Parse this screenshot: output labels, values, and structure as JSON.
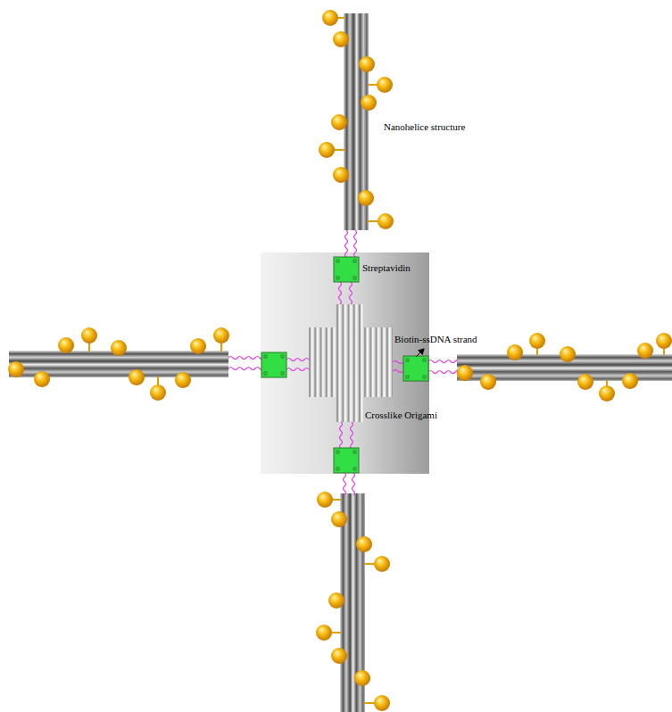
{
  "diagram": {
    "labels": [
      "Nanohelice structure",
      "Streptavidin",
      "Biotin-ssDNA strand",
      "Crosslike Origami"
    ]
  }
}
